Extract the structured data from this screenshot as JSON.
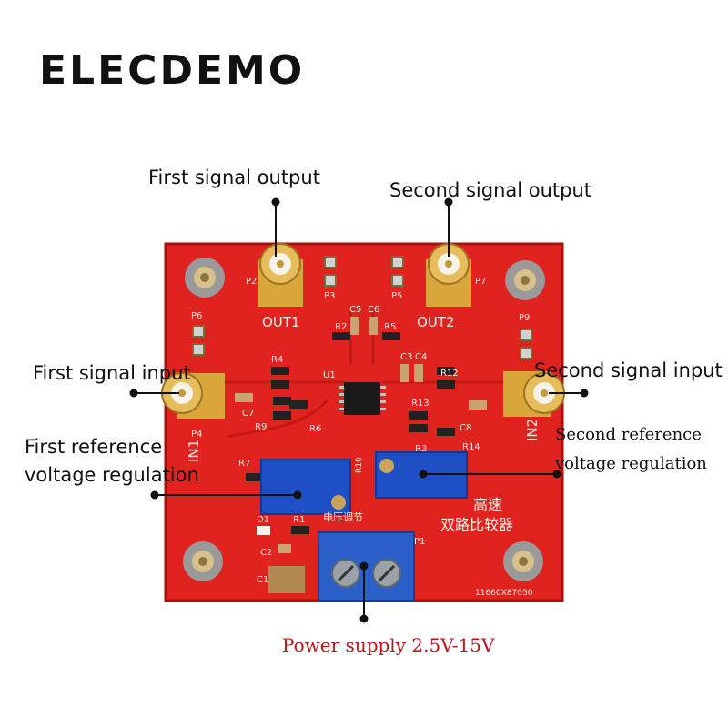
{
  "brand": "ELECDEMO",
  "annotations": {
    "first_output": "First signal output",
    "second_output": "Second signal output",
    "first_input": "First signal input",
    "second_input": "Second signal input",
    "first_ref_line1": "First reference",
    "first_ref_line2": "voltage regulation",
    "second_ref_line1": "Second reference",
    "second_ref_line2": "voltage regulation",
    "power": "Power supply 2.5V-15V"
  },
  "board_silkscreen": {
    "out1": "OUT1",
    "out2": "OUT2",
    "in1": "IN1",
    "in2": "IN2",
    "p1": "P1",
    "p2": "P2",
    "p3": "P3",
    "p4": "P4",
    "p5": "P5",
    "p6": "P6",
    "p7": "P7",
    "p9": "P9",
    "u1": "U1",
    "r1": "R1",
    "r2": "R2",
    "r3": "R3",
    "r4": "R4",
    "r5": "R5",
    "r6": "R6",
    "r7": "R7",
    "r9": "R9",
    "r10": "R10",
    "r12": "R12",
    "r13": "R13",
    "r14": "R14",
    "c1": "C1",
    "c2": "C2",
    "c3": "C3",
    "c4": "C4",
    "c5": "C5",
    "c6": "C6",
    "c7": "C7",
    "c8": "C8",
    "d1": "D1",
    "chinese_title_line1": "高速",
    "chinese_title_line2": "双路比较器",
    "chinese_voltage_adj": "电压调节",
    "board_size": "11660X87050"
  },
  "colors": {
    "pcb": "#e0231f",
    "pcb_dark": "#b5140f",
    "gold": "#d9a63a",
    "potentiometer": "#1f4fc4",
    "terminal": "#2a60c8"
  }
}
